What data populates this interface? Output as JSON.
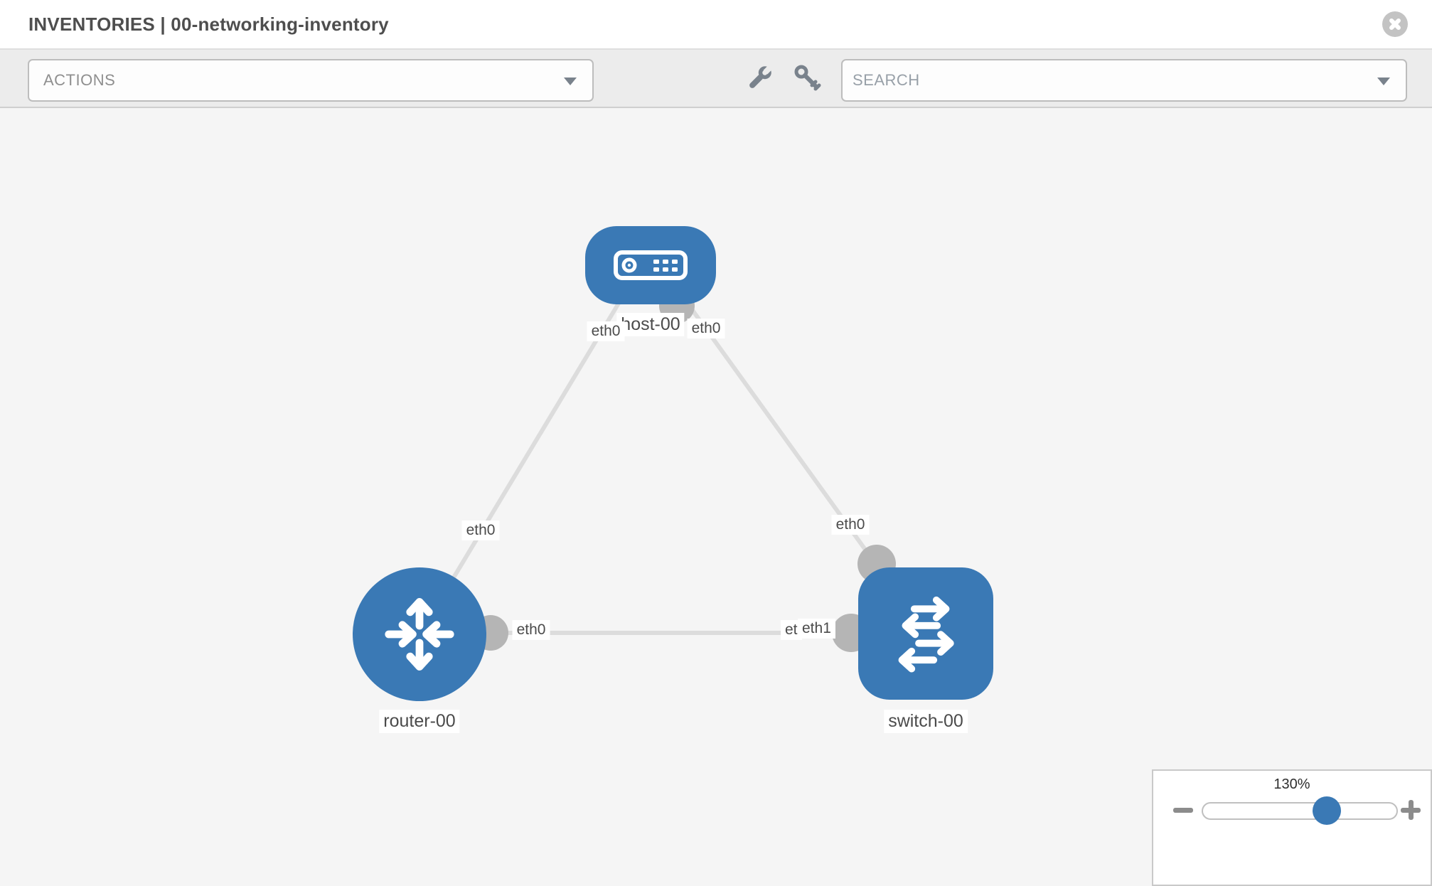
{
  "header": {
    "title": "INVENTORIES | 00-networking-inventory"
  },
  "toolbar": {
    "actions_label": "ACTIONS",
    "search_placeholder": "SEARCH",
    "icons": [
      "wrench-icon",
      "key-icon"
    ]
  },
  "topology": {
    "nodes": [
      {
        "label": "host-00",
        "type": "host",
        "shape": "rounded-rect",
        "icon": "server-icon"
      },
      {
        "label": "router-00",
        "type": "router",
        "shape": "circle",
        "icon": "route-arrows-icon"
      },
      {
        "label": "switch-00",
        "type": "switch",
        "shape": "rounded-square",
        "icon": "exchange-arrows-icon"
      }
    ],
    "links": [
      {
        "from": "host-00",
        "to": "router-00",
        "from_iface": "eth0",
        "to_iface": "eth0"
      },
      {
        "from": "host-00",
        "to": "switch-00",
        "from_iface": "eth0",
        "to_iface": "eth0"
      },
      {
        "from": "router-00",
        "to": "switch-00",
        "from_iface": "eth0",
        "to_iface": "eth1",
        "to_iface_overlapped_behind": "eth0"
      }
    ]
  },
  "zoom_control": {
    "level": "130%"
  },
  "colors": {
    "node_blue": "#3a79b5",
    "edge_gray": "#dcdcdc",
    "connector_dot_gray": "#b5b5b5",
    "toolbar_bg": "#ececec",
    "canvas_bg": "#f5f5f5",
    "label_text": "#4b4b4b",
    "title_text": "#4e4e4e"
  }
}
